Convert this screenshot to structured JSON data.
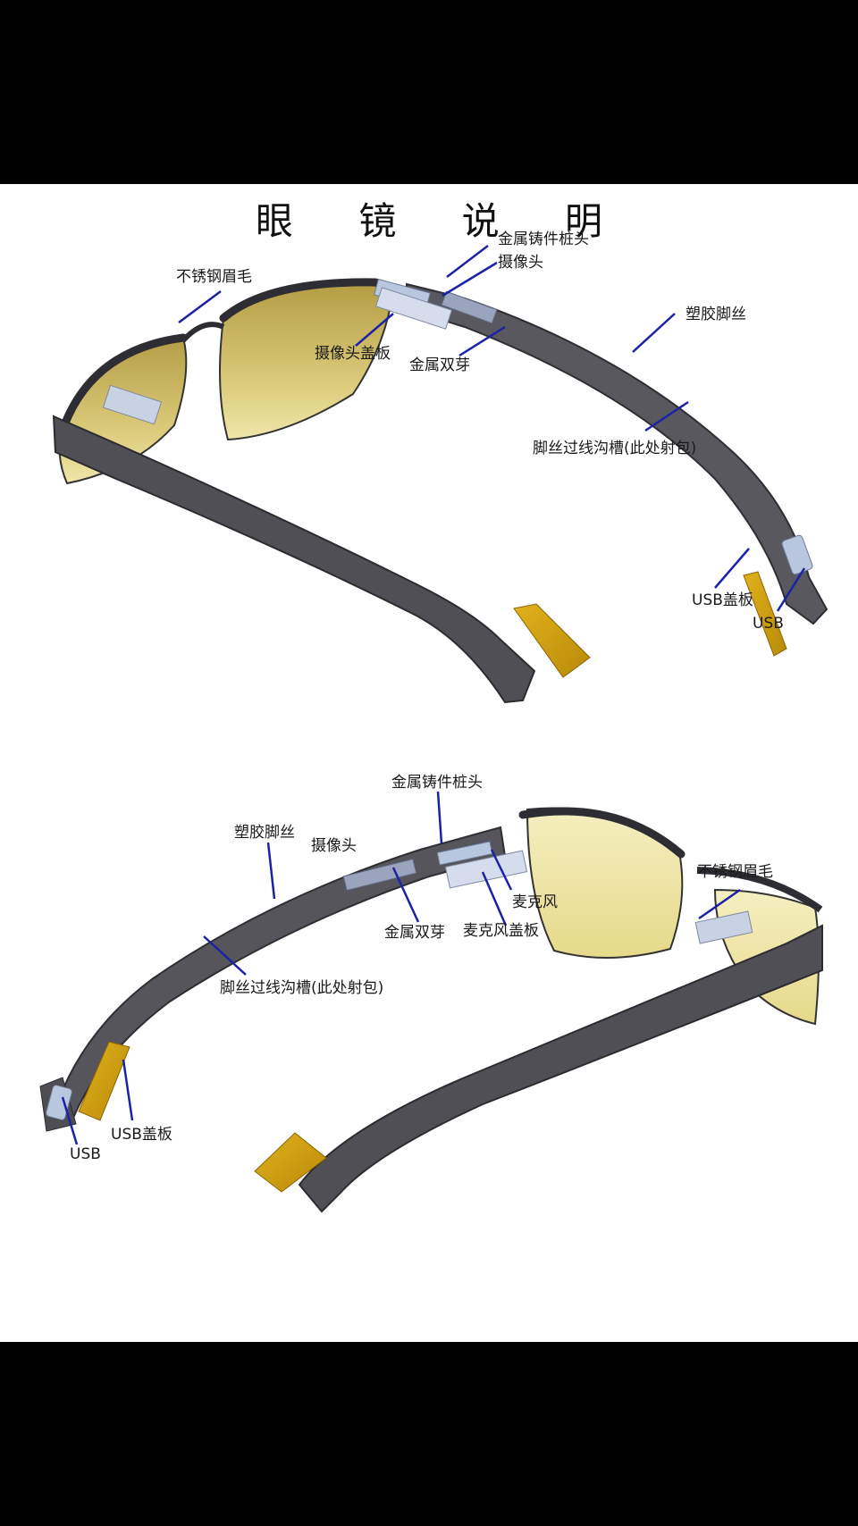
{
  "title": "眼 镜 说 明",
  "colors": {
    "leader": "#1b22a8",
    "frame": "#4a4a50",
    "lens_top": "#c8b25a",
    "lens_bottom": "#f3eeb0",
    "usb_cover": "#d5a412",
    "part": "#b9c6df"
  },
  "top_view": {
    "labels": {
      "hinge_post": "金属铸件桩头",
      "camera": "摄像头",
      "stainless_brow": "不锈钢眉毛",
      "plastic_temple": "塑胶脚丝",
      "camera_cover": "摄像头盖板",
      "metal_fork": "金属双芽",
      "temple_groove": "脚丝过线沟槽(此处射包)",
      "usb_cover": "USB盖板",
      "usb": "USB"
    }
  },
  "bottom_view": {
    "labels": {
      "hinge_post": "金属铸件桩头",
      "plastic_temple": "塑胶脚丝",
      "camera": "摄像头",
      "stainless_brow": "不锈钢眉毛",
      "microphone": "麦克风",
      "metal_fork": "金属双芽",
      "mic_cover": "麦克风盖板",
      "temple_groove": "脚丝过线沟槽(此处射包)",
      "usb_cover": "USB盖板",
      "usb": "USB"
    }
  }
}
